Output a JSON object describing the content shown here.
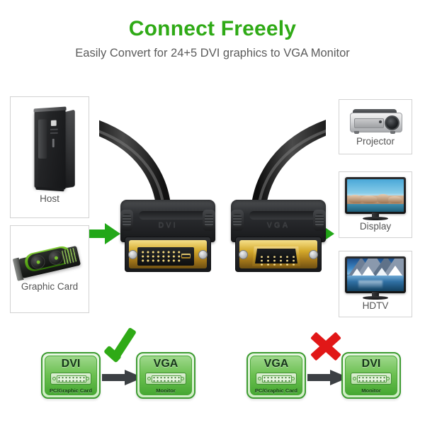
{
  "header": {
    "title": "Connect Freeely",
    "subtitle": "Easily Convert for 24+5 DVI graphics to VGA Monitor",
    "title_color": "#2faa16",
    "subtitle_color": "#5b5b5b"
  },
  "source_devices": [
    {
      "label": "Host",
      "icon": "desktop-tower-icon"
    },
    {
      "label": "Graphic Card",
      "icon": "graphics-card-icon"
    }
  ],
  "target_devices": [
    {
      "label": "Projector",
      "icon": "projector-icon"
    },
    {
      "label": "Display",
      "icon": "monitor-icon"
    },
    {
      "label": "HDTV",
      "icon": "hdtv-icon"
    }
  ],
  "cable": {
    "left_connector": {
      "type": "DVI",
      "embossed_label": "DVI",
      "pins": "24+5"
    },
    "right_connector": {
      "type": "VGA",
      "embossed_label": "VGA",
      "pins": "15"
    }
  },
  "flow_arrows": {
    "left_arrow": "green-arrow-right-icon",
    "right_arrow": "green-arrow-right-icon",
    "color": "#22a718"
  },
  "compatibility": {
    "supported": {
      "status_icon": "green-check-icon",
      "status_color": "#2faa16",
      "from": {
        "title": "DVI",
        "caption": "PC/Graphic Card",
        "port": "dvi-port-icon"
      },
      "to": {
        "title": "VGA",
        "caption": "Monitor",
        "port": "vga-port-icon"
      },
      "arrow": "dark-arrow-right-icon"
    },
    "unsupported": {
      "status_icon": "red-cross-icon",
      "status_color": "#e11717",
      "from": {
        "title": "VGA",
        "caption": "PC/Graphic Card",
        "port": "vga-port-icon"
      },
      "to": {
        "title": "DVI",
        "caption": "Monitor",
        "port": "dvi-port-icon"
      },
      "arrow": "dark-arrow-right-icon"
    }
  }
}
